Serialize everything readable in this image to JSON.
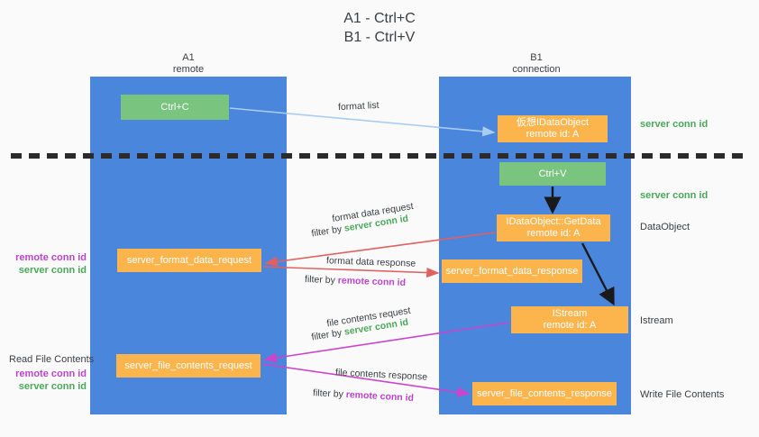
{
  "title": "A1 - Ctrl+C\nB1 - Ctrl+V",
  "columns": {
    "a": {
      "name": "A1",
      "role": "remote",
      "header": "A1\nremote"
    },
    "b": {
      "name": "B1",
      "role": "connection",
      "header": "B1\nconnection"
    }
  },
  "boxes": {
    "ctrl_c": "Ctrl+C",
    "ctrl_v": "Ctrl+V",
    "virtual_dataobject": "仮想IDataObject\nremote id: A",
    "getdata": "IDataObject::GetData\nremote id: A",
    "server_format_data_request": "server_format_data_request",
    "server_format_data_response": "server_format_data_response",
    "istream": "IStream\nremote id: A",
    "server_file_contents_request": "server_file_contents_request",
    "server_file_contents_response": "server_file_contents_response"
  },
  "edge_labels": {
    "format_list": "format list",
    "format_data_request": "format data request",
    "format_data_request_filter_prefix": "filter by ",
    "format_data_request_filter_key": "server conn id",
    "format_data_response": "format data response",
    "format_data_response_filter_prefix": "filter by ",
    "format_data_response_filter_key": "remote conn id",
    "file_contents_request": "file contents request",
    "file_contents_request_filter_prefix": "filter by ",
    "file_contents_request_filter_key": "server conn id",
    "file_contents_response": "file contents response",
    "file_contents_response_filter_prefix": "filter by ",
    "file_contents_response_filter_key": "remote conn id"
  },
  "annotations": {
    "right": {
      "server_conn_id_top": "server conn id",
      "server_conn_id_mid": "server conn id",
      "dataobject": "DataObject",
      "istream": "Istream",
      "write_file_contents": "Write File Contents"
    },
    "left": {
      "remote_conn_id_1": "remote conn id",
      "server_conn_id_1": "server conn id",
      "read_file_contents": "Read File Contents",
      "remote_conn_id_2": "remote conn id",
      "server_conn_id_2": "server conn id"
    }
  },
  "colors": {
    "background": "#fafafa",
    "lane": "#4a86db",
    "green_box": "#79c47e",
    "orange_box": "#fcb44d",
    "text_dark": "#3c4043",
    "green_text": "#4aa85a",
    "purple_text": "#bb44cc",
    "wire_blue": "#a8cdf0",
    "wire_red": "#e1605f",
    "wire_magenta": "#cc44cc",
    "wire_black": "#1a1a1a",
    "divider": "#2b2b2b"
  }
}
